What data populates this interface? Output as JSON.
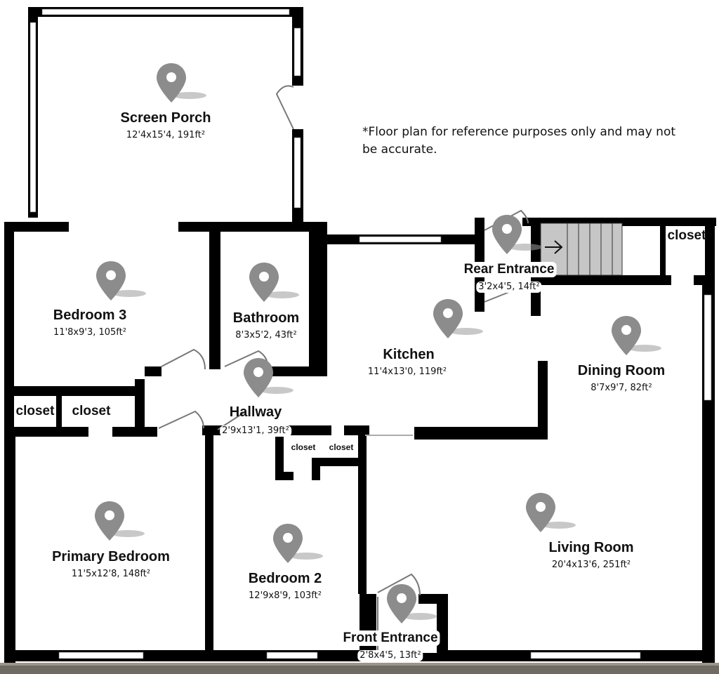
{
  "disclaimer": "*Floor plan for reference purposes only and may not be accurate.",
  "colors": {
    "wall": "#000000",
    "pin": "#8c8c8c",
    "stairs": "#c6c6c6",
    "window": "#ffffff"
  },
  "rooms": {
    "screen_porch": {
      "name": "Screen Porch",
      "dims": "12'4x15'4, 191ft²"
    },
    "bedroom_3": {
      "name": "Bedroom 3",
      "dims": "11'8x9'3, 105ft²"
    },
    "bathroom": {
      "name": "Bathroom",
      "dims": "8'3x5'2, 43ft²"
    },
    "kitchen": {
      "name": "Kitchen",
      "dims": "11'4x13'0, 119ft²"
    },
    "rear_entrance": {
      "name": "Rear Entrance",
      "dims": "3'2x4'5, 14ft²"
    },
    "dining_room": {
      "name": "Dining Room",
      "dims": "8'7x9'7, 82ft²"
    },
    "hallway": {
      "name": "Hallway",
      "dims": "2'9x13'1, 39ft²"
    },
    "living_room": {
      "name": "Living Room",
      "dims": "20'4x13'6, 251ft²"
    },
    "primary_bedroom": {
      "name": "Primary Bedroom",
      "dims": "11'5x12'8, 148ft²"
    },
    "bedroom_2": {
      "name": "Bedroom 2",
      "dims": "12'9x8'9, 103ft²"
    },
    "front_entrance": {
      "name": "Front Entrance",
      "dims": "2'8x4'5, 13ft²"
    }
  },
  "closets": {
    "closet_1": "closet",
    "closet_2": "closet",
    "closet_3": "closet",
    "closet_4": "closet",
    "closet_5": "closet"
  },
  "icons": {
    "pin": "map-pin-icon",
    "stairs_arrow": "arrow-right-icon"
  }
}
